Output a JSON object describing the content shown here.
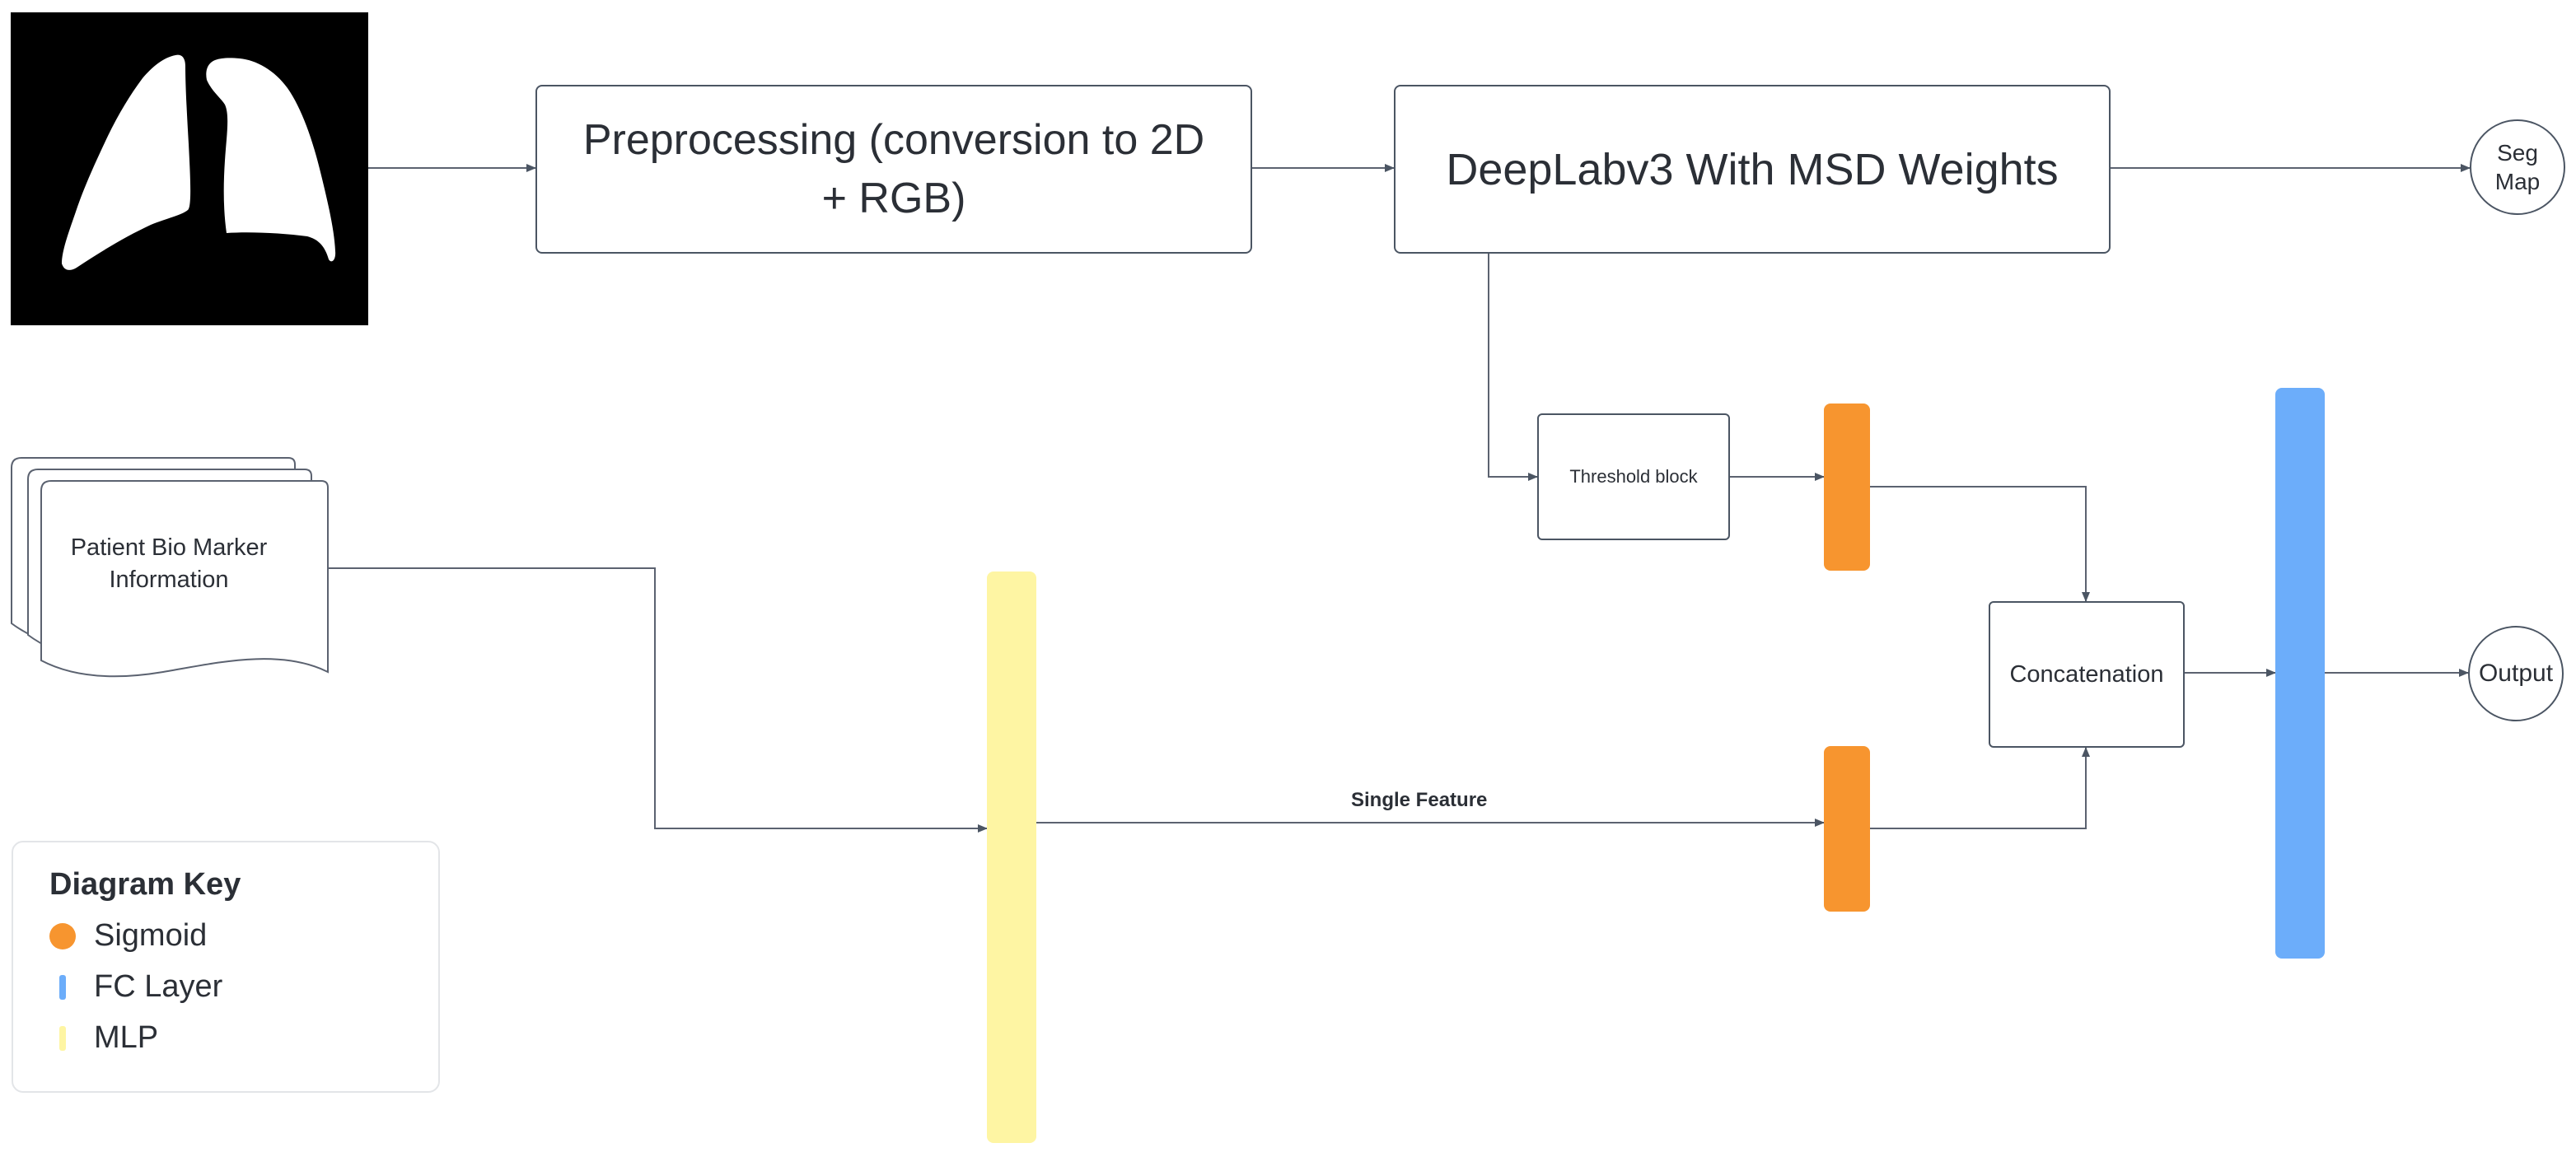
{
  "nodes": {
    "preprocessing": "Preprocessing (conversion to 2D\n+ RGB)",
    "deeplab": "DeepLabv3 With MSD Weights",
    "seg_map": "Seg\nMap",
    "threshold": "Threshold block",
    "patient_doc": "Patient Bio Marker\nInformation",
    "concatenation": "Concatenation",
    "output": "Output"
  },
  "edge_labels": {
    "single_feature": "Single Feature"
  },
  "key": {
    "title": "Diagram Key",
    "items": [
      {
        "label": "Sigmoid",
        "shape": "circle",
        "color": "#f7952f"
      },
      {
        "label": "FC Layer",
        "shape": "bar",
        "color": "#6cadfa"
      },
      {
        "label": "MLP",
        "shape": "bar",
        "color": "#fef5a3"
      }
    ]
  },
  "colors": {
    "sigmoid": "#f7952f",
    "fc_layer": "#6cadfa",
    "mlp": "#fef5a3",
    "stroke": "#4b5563",
    "image_bg": "#000000",
    "lung": "#ffffff"
  },
  "icons": {
    "input_image": "lung-mask-image",
    "document": "stacked-document-icon"
  }
}
